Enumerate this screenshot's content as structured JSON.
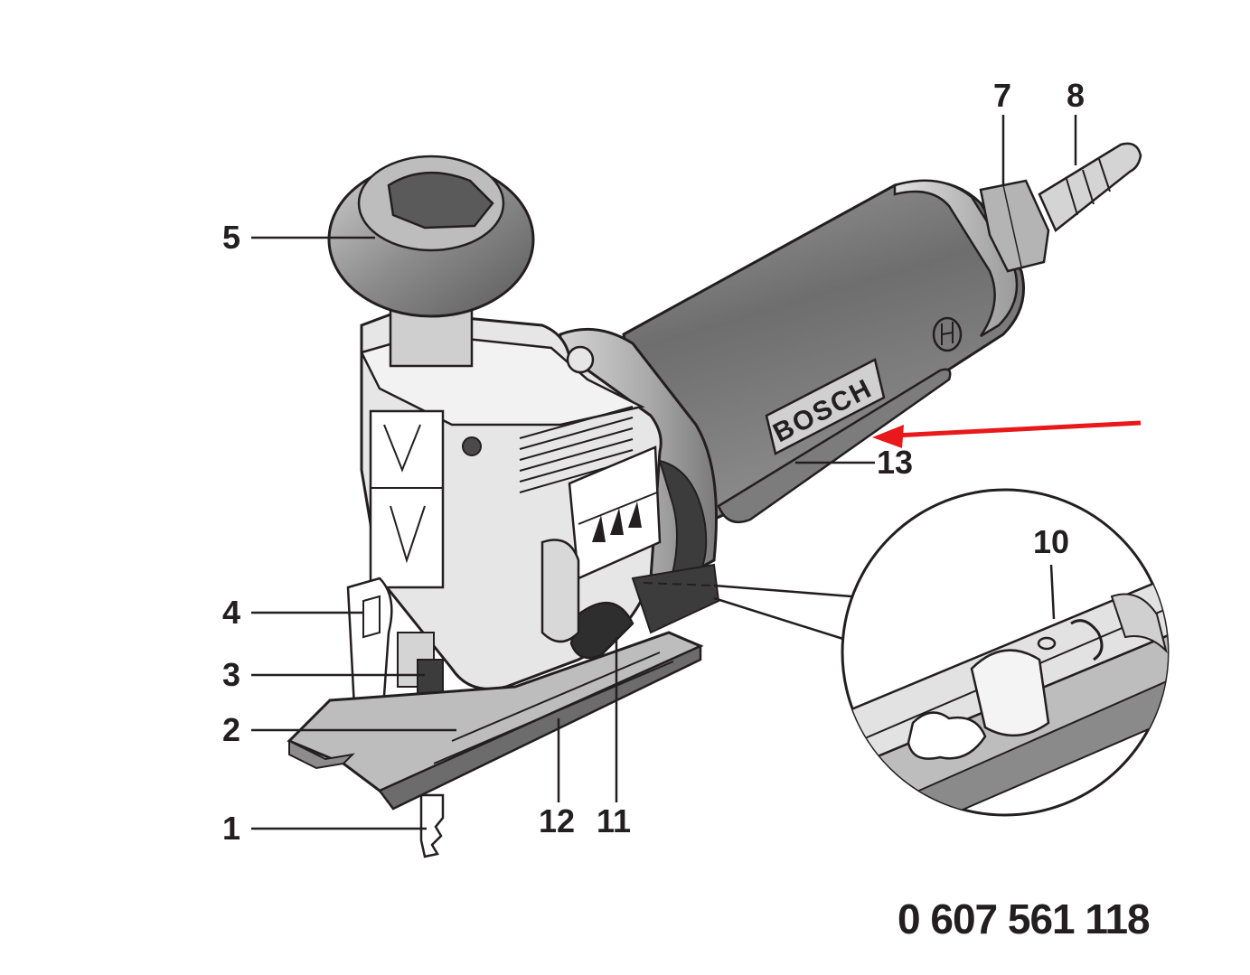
{
  "callouts": {
    "c1": "1",
    "c2": "2",
    "c3": "3",
    "c4": "4",
    "c5": "5",
    "c7": "7",
    "c8": "8",
    "c10": "10",
    "c11": "11",
    "c12": "12",
    "c13": "13"
  },
  "brand": "BOSCH",
  "part_number": "0 607 561 118",
  "colors": {
    "ink": "#231f20",
    "body_gray": "#8a8a8a",
    "light_gray": "#c8c8c8",
    "dark_gray": "#4a4a4a",
    "arrow_red": "#e8181b"
  }
}
